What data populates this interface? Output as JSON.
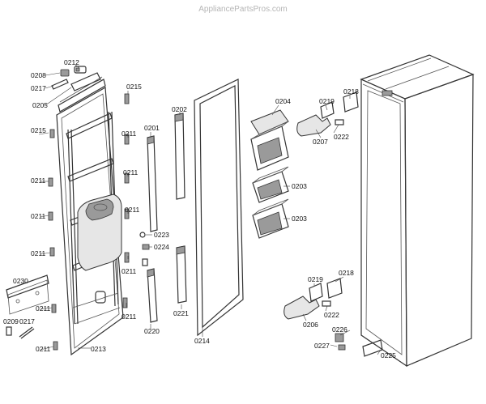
{
  "watermark": "AppliancePartsPros.com",
  "labels": {
    "p0208": "0208",
    "p0212": "0212",
    "p0217a": "0217",
    "p0205": "0205",
    "p0215a": "0215",
    "p0215b": "0215",
    "p0211a": "0211",
    "p0211b": "0211",
    "p0211c": "0211",
    "p0211d": "0211",
    "p0211e": "0211",
    "p0211f": "0211",
    "p0211g": "0211",
    "p0211h": "0211",
    "p0211i": "0211",
    "p0211j": "0211",
    "p0230": "0230",
    "p0209": "0209",
    "p0217b": "0217",
    "p0213": "0213",
    "p0201": "0201",
    "p0223": "0223",
    "p0224": "0224",
    "p0220": "0220",
    "p0202": "0202",
    "p0221": "0221",
    "p0214": "0214",
    "p0204": "0204",
    "p0203a": "0203",
    "p0203b": "0203",
    "p0219a": "0219",
    "p0218a": "0218",
    "p0207": "0207",
    "p0222a": "0222",
    "p0219b": "0219",
    "p0218b": "0218",
    "p0222b": "0222",
    "p0206": "0206",
    "p0226": "0226",
    "p0227": "0227",
    "p0225": "0225"
  }
}
